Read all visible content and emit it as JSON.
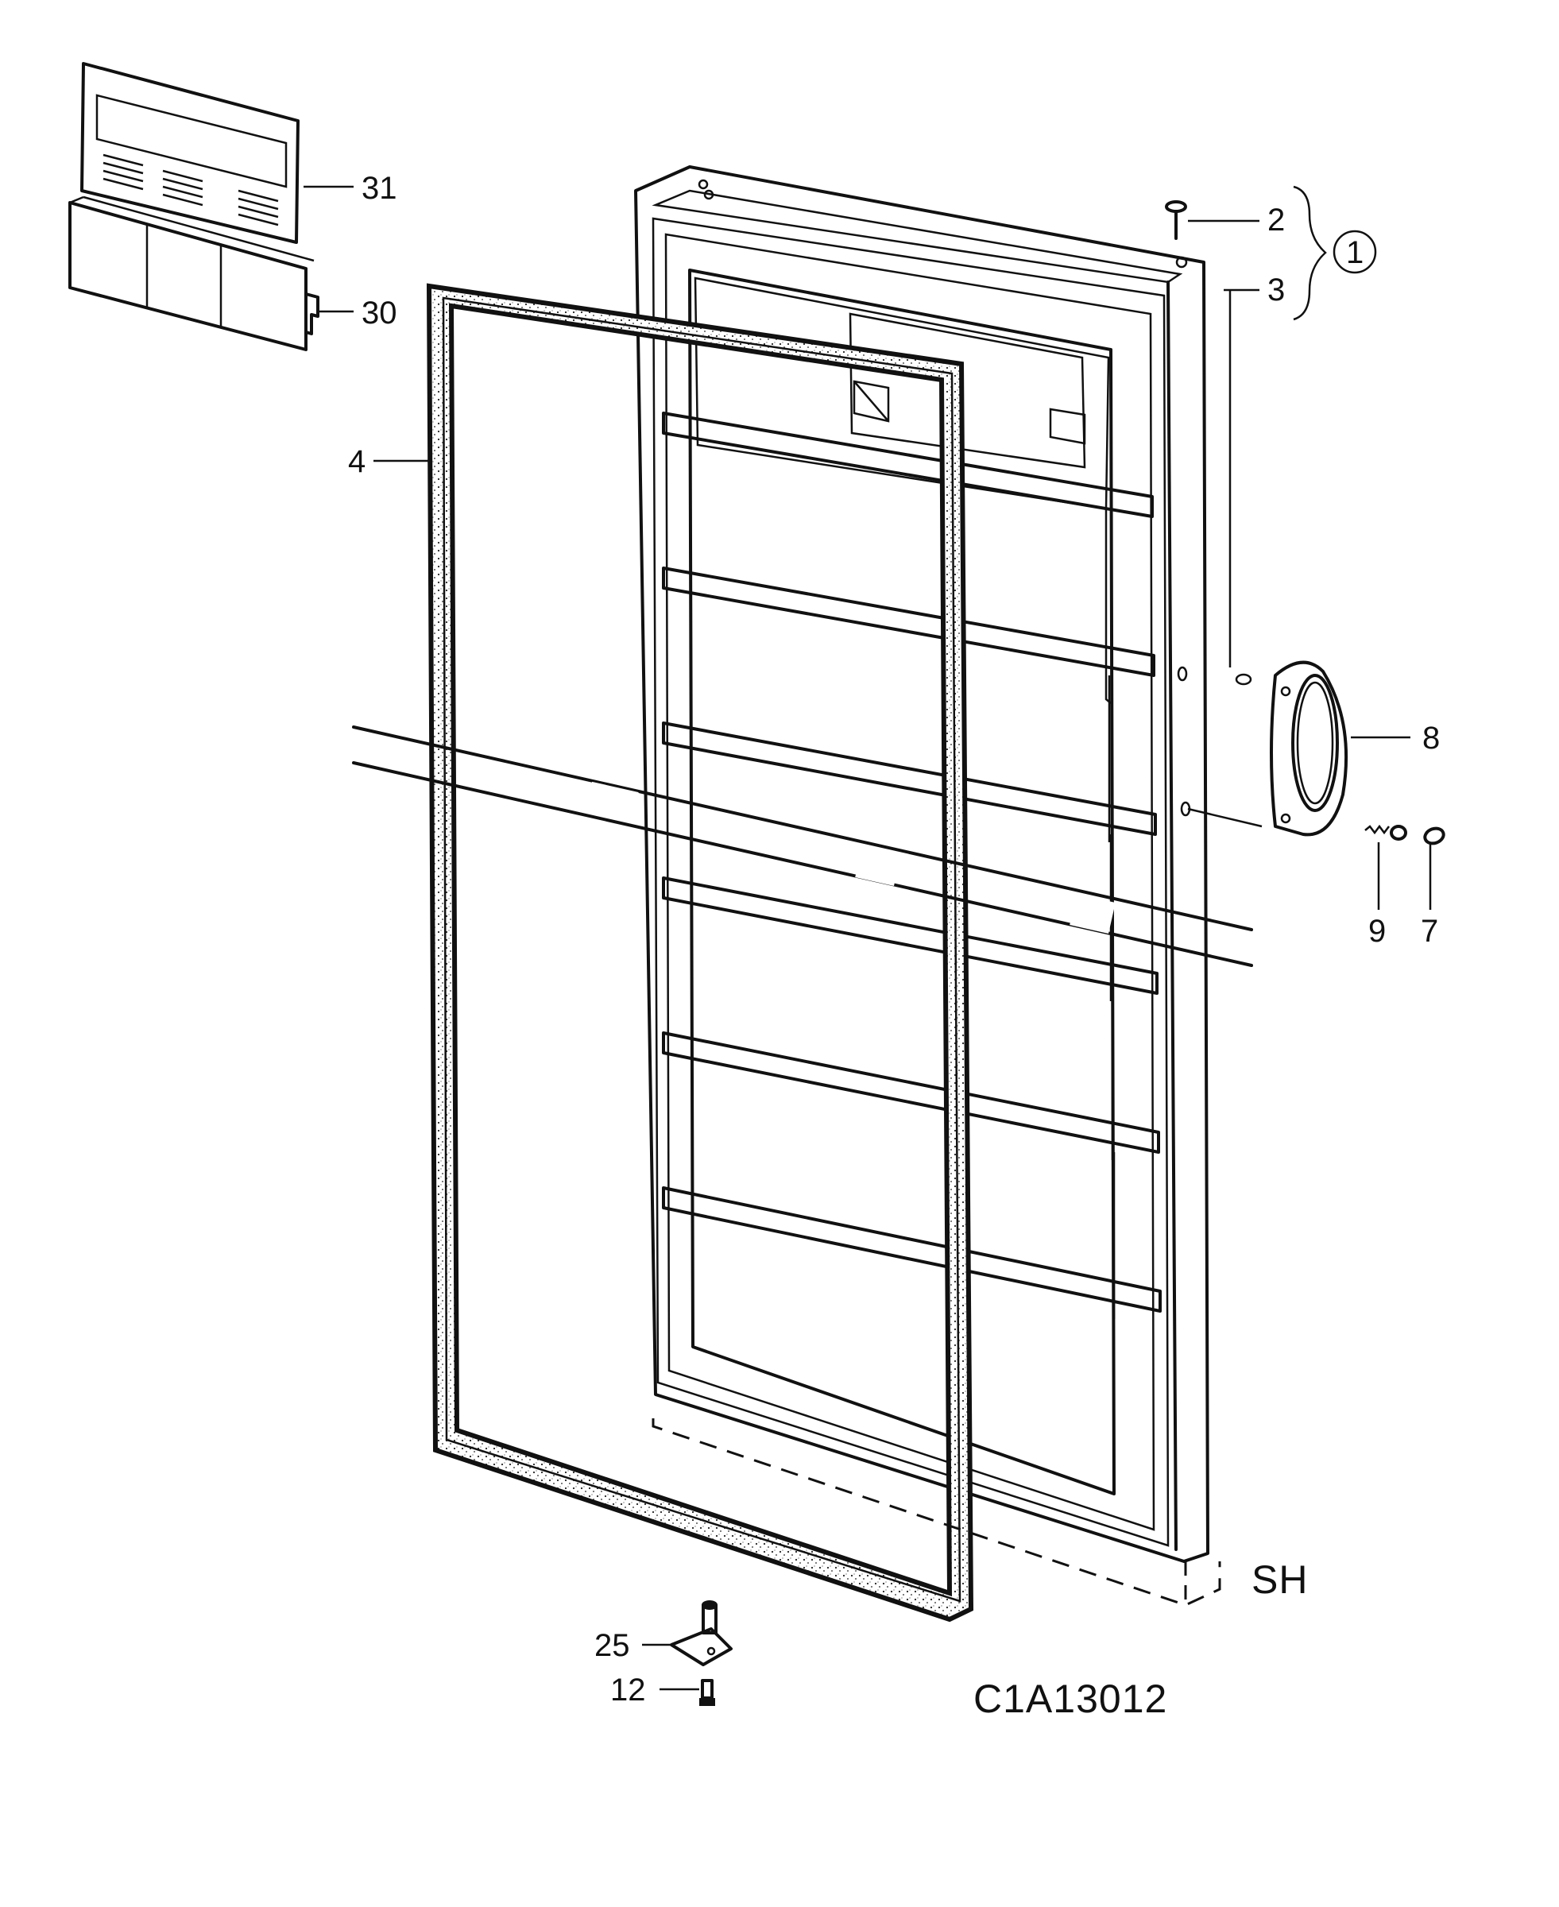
{
  "parts": {
    "p31": "31",
    "p30": "30",
    "p2": "2",
    "p3": "3",
    "group1": "1",
    "p4": "4",
    "p8": "8",
    "p9": "9",
    "p7": "7",
    "p25": "25",
    "p12": "12"
  },
  "marks": {
    "sh": "SH",
    "drawing_code": "C1A13012"
  }
}
